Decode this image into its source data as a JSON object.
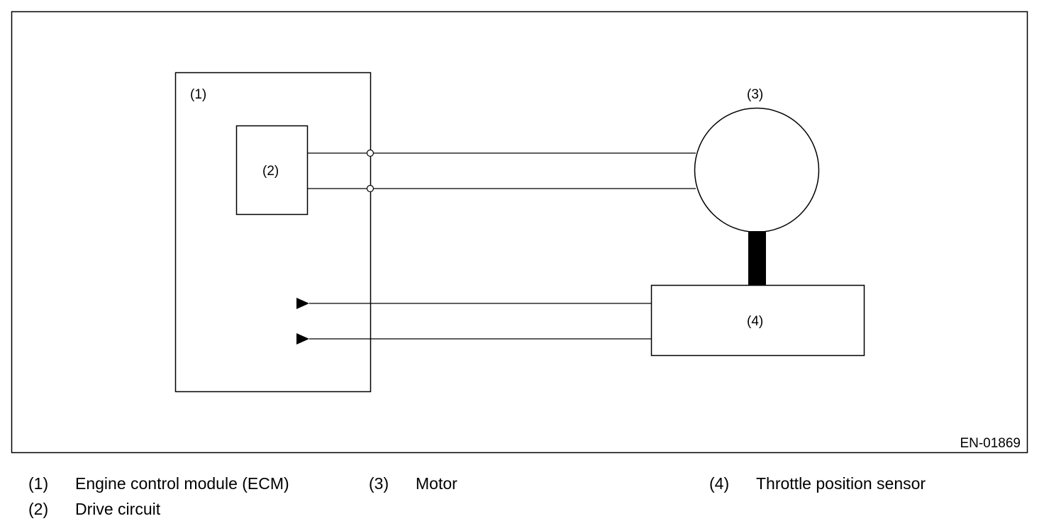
{
  "figure_id": "EN-01869",
  "components": {
    "ecm": {
      "marker": "(1)"
    },
    "drive_circuit": {
      "marker": "(2)"
    },
    "motor": {
      "marker": "(3)"
    },
    "sensor": {
      "marker": "(4)"
    }
  },
  "legend": [
    {
      "number": "(1)",
      "label": "Engine control module (ECM)"
    },
    {
      "number": "(3)",
      "label": "Motor"
    },
    {
      "number": "(4)",
      "label": "Throttle position sensor"
    },
    {
      "number": "(2)",
      "label": "Drive circuit"
    }
  ]
}
